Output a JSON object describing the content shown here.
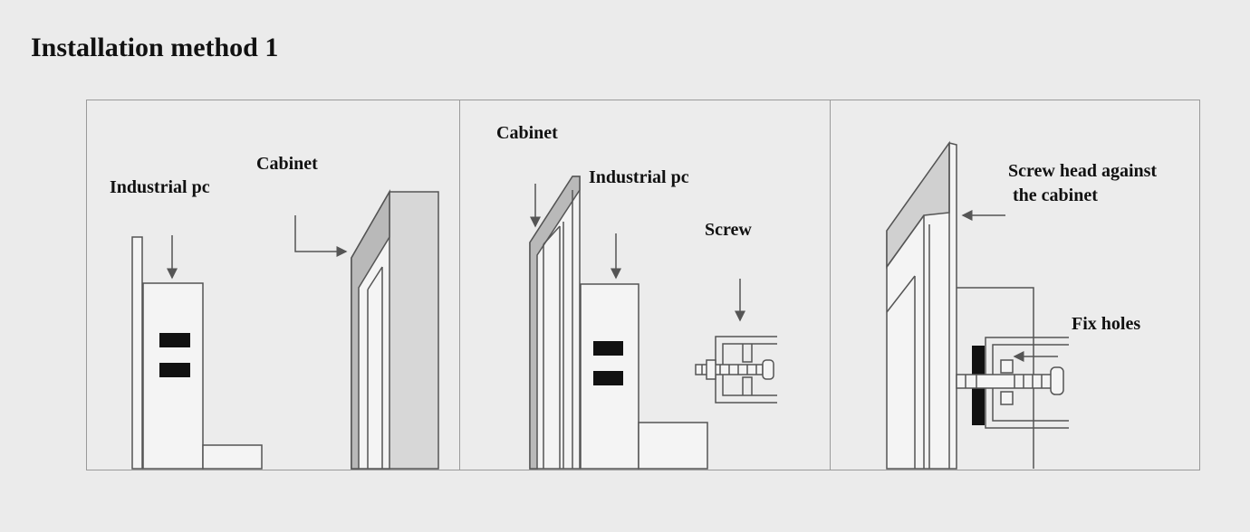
{
  "title": "Installation method 1",
  "panels": [
    {
      "labels": {
        "industrial_pc": "Industrial pc",
        "cabinet": "Cabinet"
      }
    },
    {
      "labels": {
        "cabinet": "Cabinet",
        "industrial_pc": "Industrial pc",
        "screw": "Screw"
      }
    },
    {
      "labels": {
        "screw_head": "Screw head against",
        "screw_head_2": "the cabinet",
        "fix_holes": "Fix holes"
      }
    }
  ],
  "colors": {
    "background": "#ebebeb",
    "line": "#555555",
    "frame_fill": "#b9b9b9",
    "port": "#111111"
  }
}
